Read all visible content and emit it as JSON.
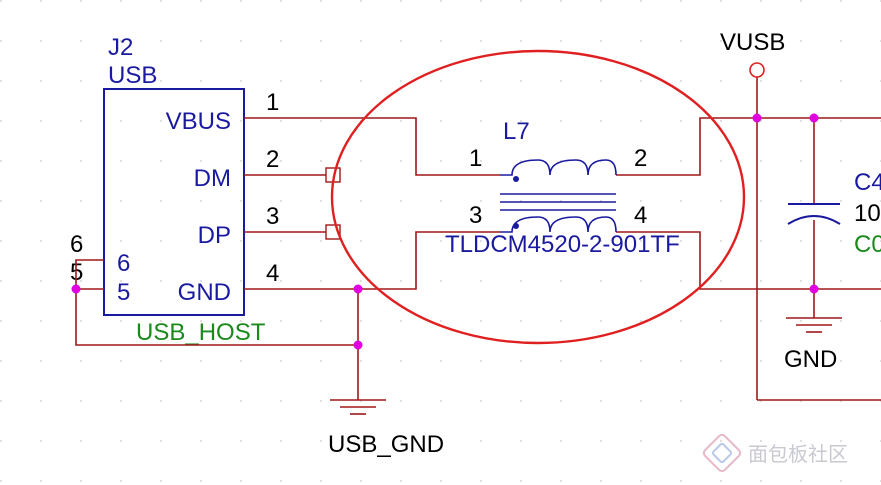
{
  "connector": {
    "refdes": "J2",
    "value": "USB",
    "footprint": "USB_HOST",
    "pins": [
      {
        "num": "1",
        "name": "VBUS"
      },
      {
        "num": "2",
        "name": "DM"
      },
      {
        "num": "3",
        "name": "DP"
      },
      {
        "num": "4",
        "name": "GND"
      },
      {
        "num": "6",
        "name": "6"
      },
      {
        "num": "5",
        "name": "5"
      }
    ]
  },
  "choke": {
    "refdes": "L7",
    "part": "TLDCM4520-2-901TF",
    "pins": [
      "1",
      "2",
      "3",
      "4"
    ]
  },
  "nets": {
    "vusb": "VUSB",
    "gnd": "GND",
    "usb_gnd": "USB_GND"
  },
  "capacitor": {
    "refdes_partial": "C4",
    "value_partial": "10",
    "footprint_partial": "C0"
  },
  "colors": {
    "wire": "#a01818",
    "junction": "#e000e0",
    "highlight_circle": "#e02020",
    "symbol": "#1a1aa0",
    "text": "#000000",
    "footprint_text": "#1a8a1a",
    "grid_dot": "#c0c0c0"
  },
  "watermark": {
    "text": "面包板社区"
  }
}
